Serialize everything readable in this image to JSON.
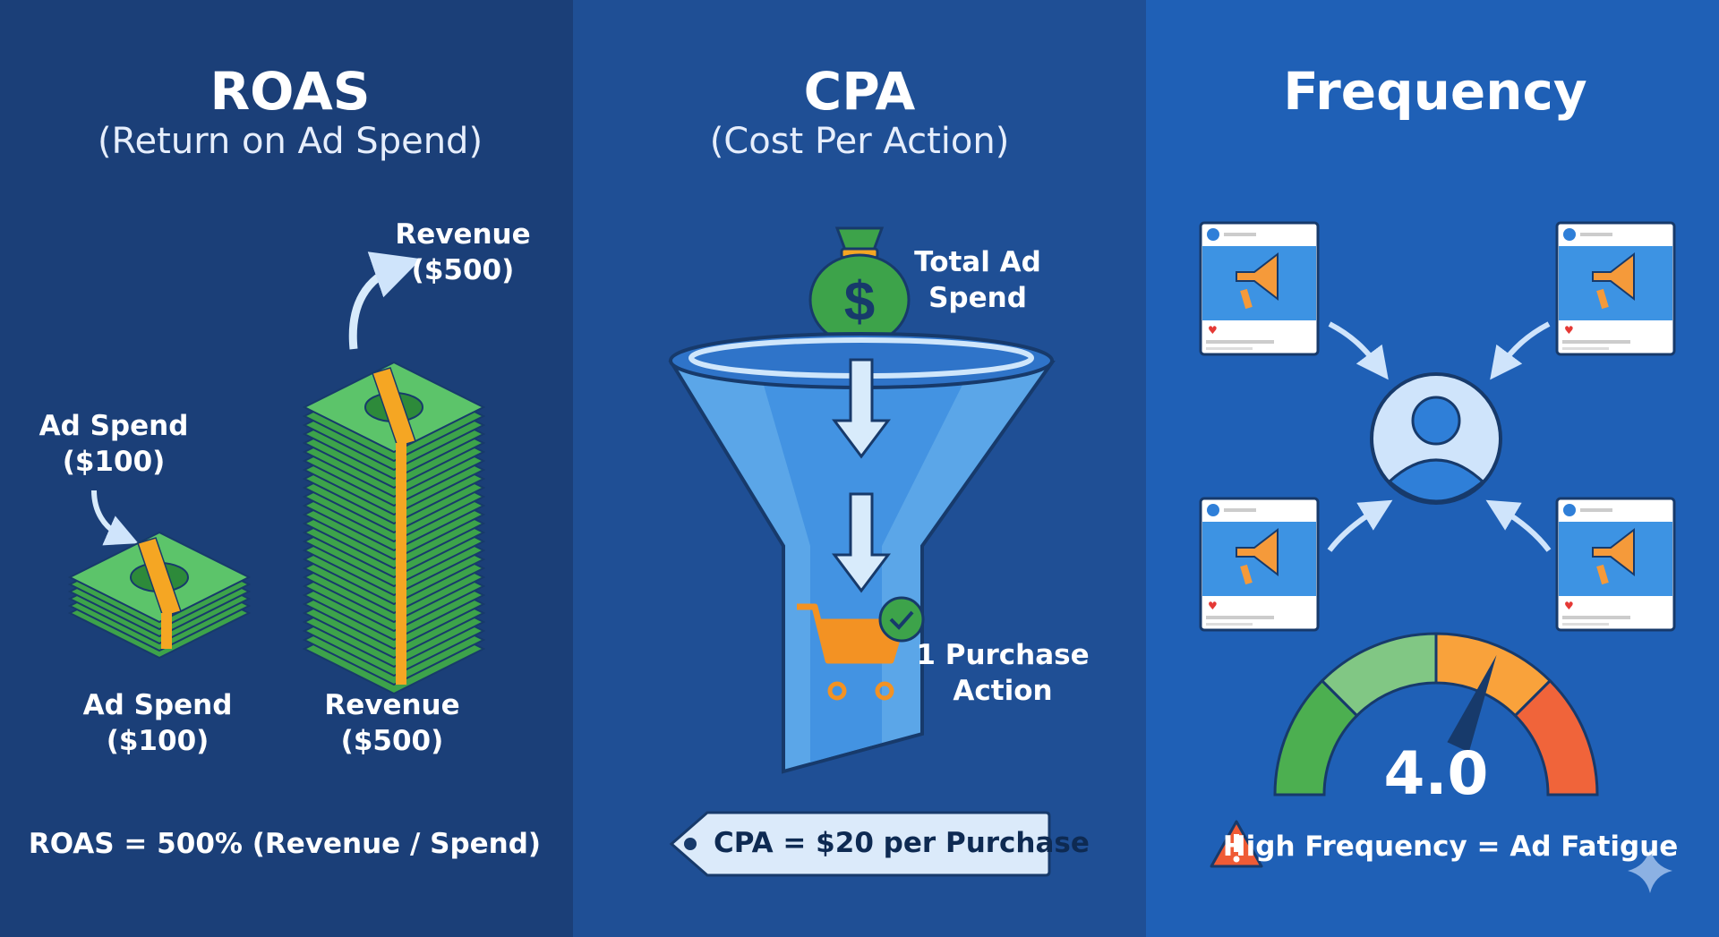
{
  "roas": {
    "title": "ROAS",
    "subtitle": "(Return on Ad Spend)",
    "revenue_top": [
      "Revenue",
      "($500)"
    ],
    "adspend_left": [
      "Ad Spend",
      "($100)"
    ],
    "adspend_label": [
      "Ad Spend",
      "($100)"
    ],
    "revenue_label": [
      "Revenue",
      "($500)"
    ],
    "formula": "ROAS = 500% (Revenue / Spend)"
  },
  "cpa": {
    "title": "CPA",
    "subtitle": "(Cost Per Action)",
    "total_spend": [
      "Total Ad",
      "Spend"
    ],
    "purchase": [
      "1 Purchase",
      "Action"
    ],
    "badge": "CPA = $20 per Purchase",
    "bag_symbol": "$"
  },
  "frequency": {
    "title": "Frequency",
    "value": "4.0",
    "warning": "High Frequency = Ad Fatigue",
    "gauge_colors": [
      "#4caf50",
      "#81c784",
      "#f9a23b",
      "#f0643a"
    ]
  },
  "colors": {
    "panel1": "#1b3f78",
    "panel2": "#1f4f95",
    "panel3": "#1f60b6",
    "money": "#3da34a",
    "band": "#f5a623"
  }
}
